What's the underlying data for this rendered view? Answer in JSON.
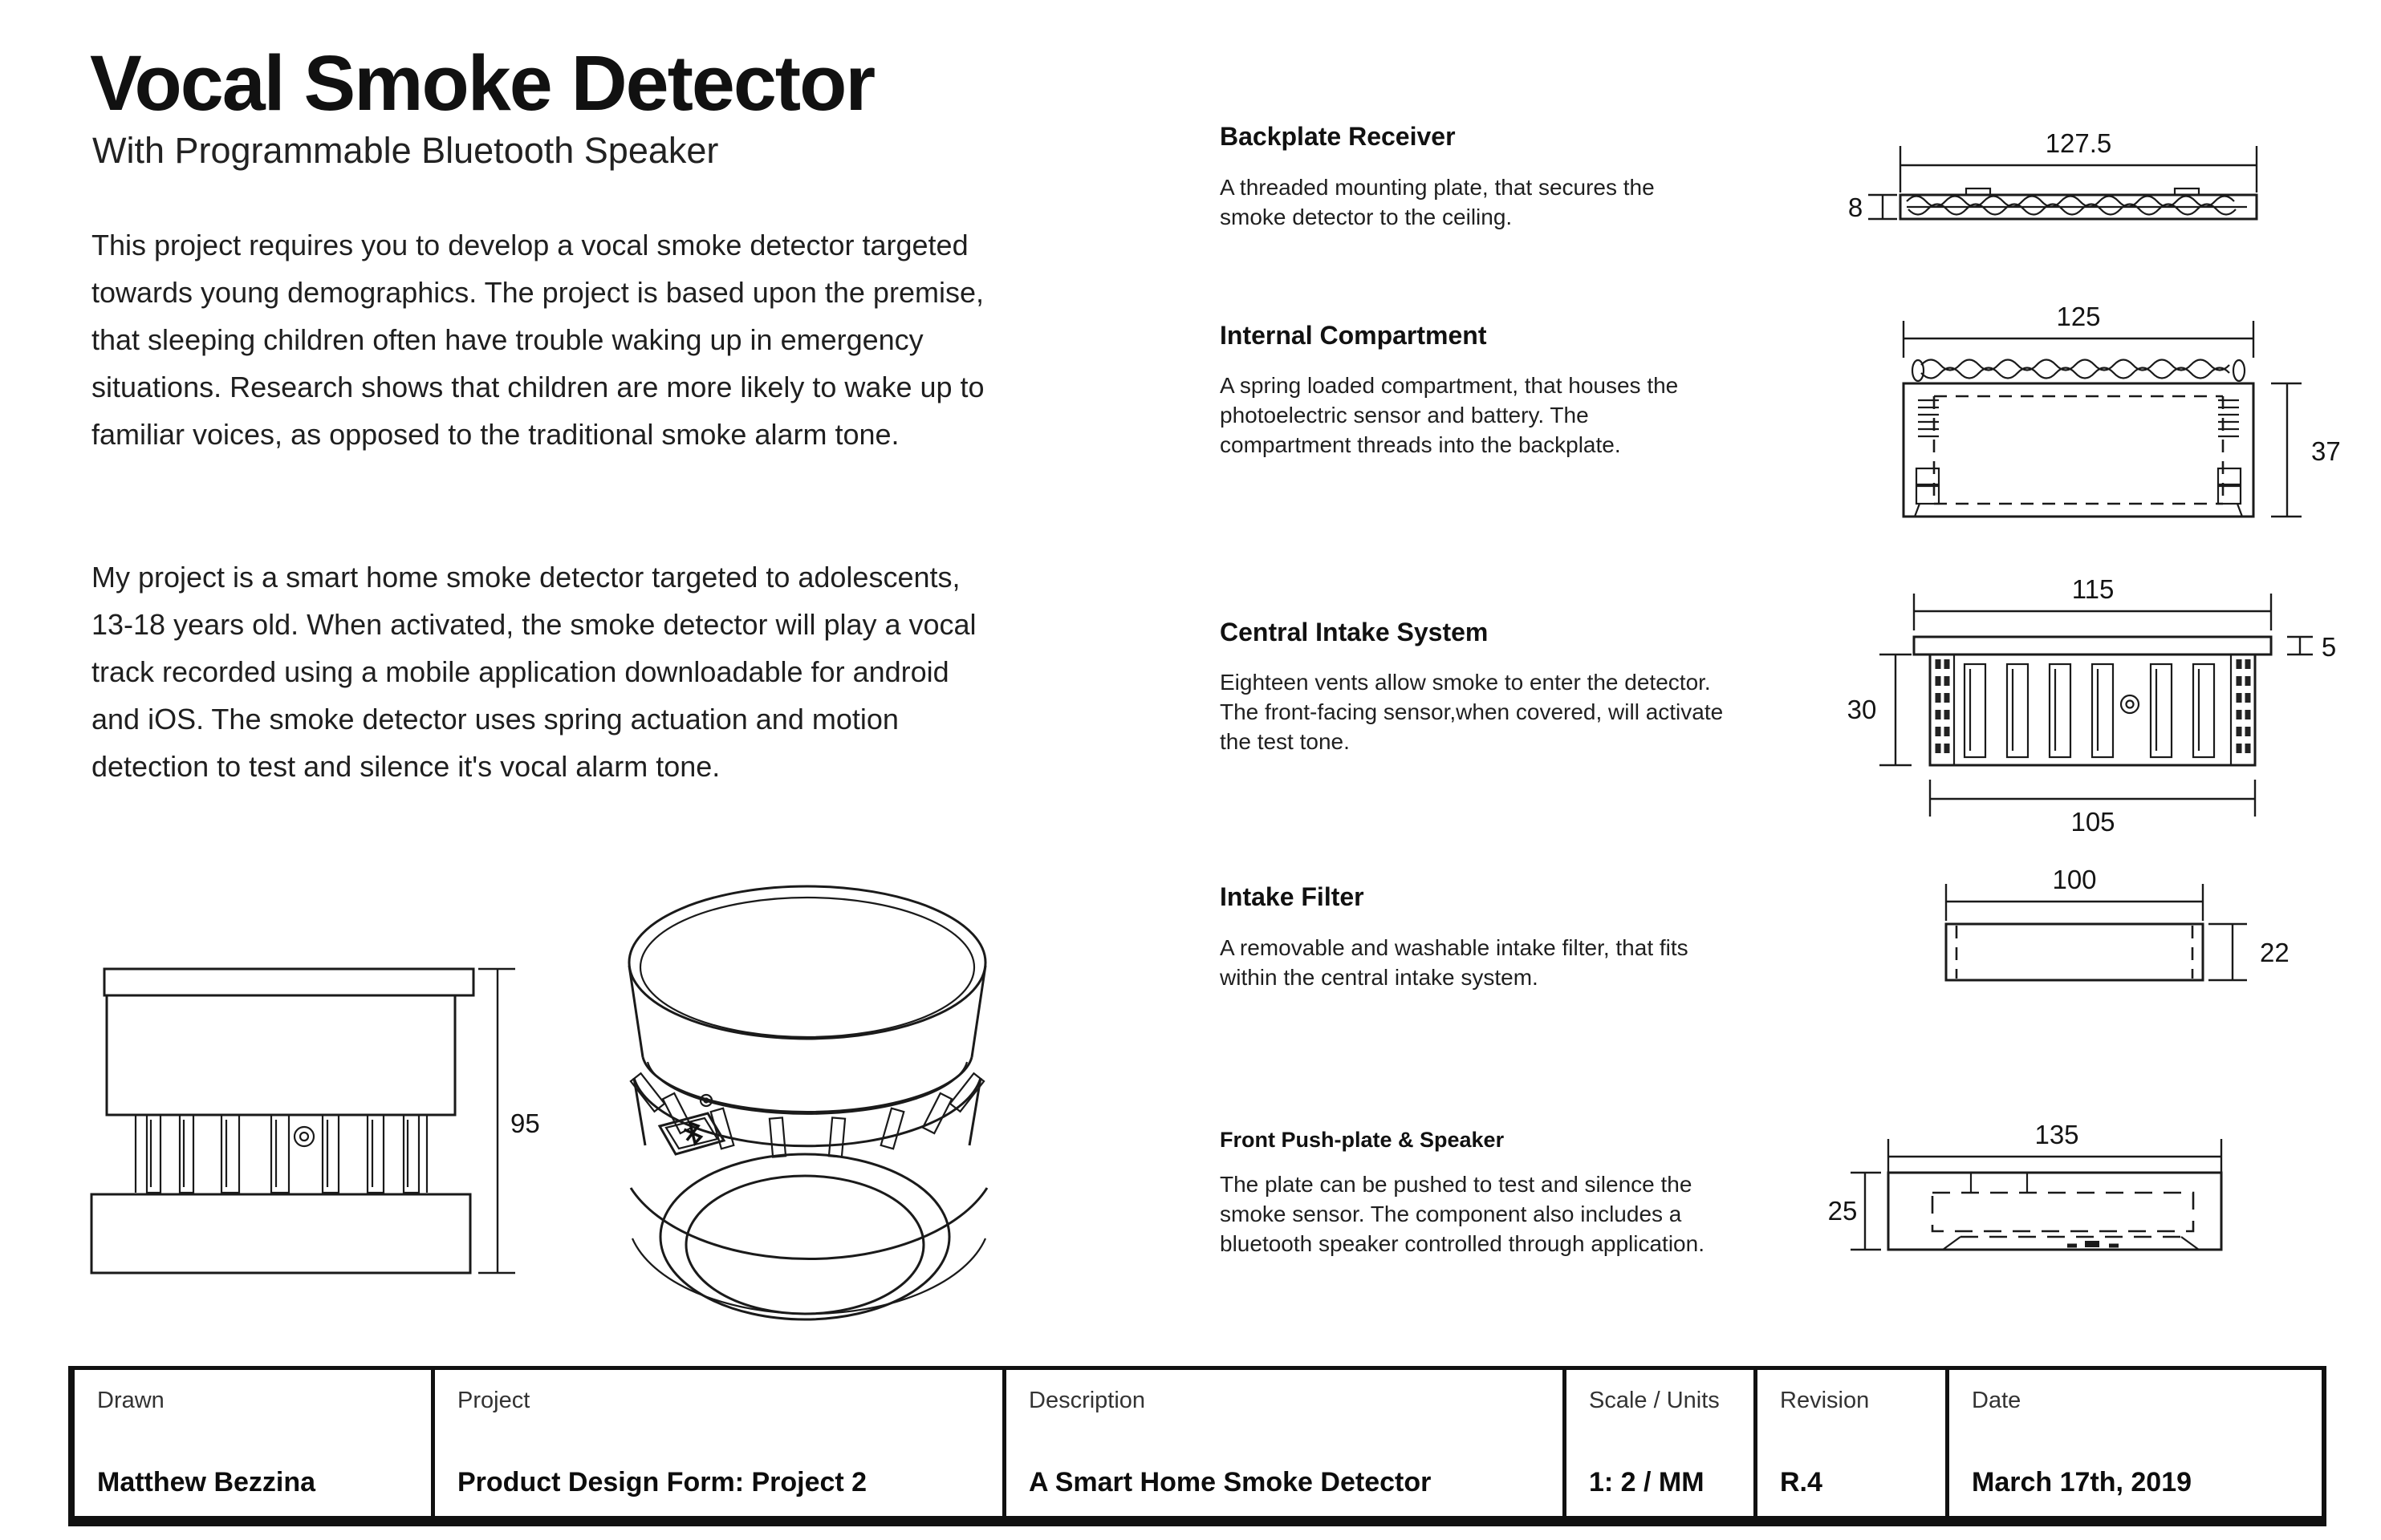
{
  "header": {
    "title": "Vocal Smoke Detector",
    "subtitle": "With Programmable Bluetooth Speaker"
  },
  "intro": {
    "paragraph1": "This project requires you to develop a vocal smoke detector targeted towards young demographics. The project is based upon the premise, that sleeping children often have trouble waking up in emergency situations. Research shows that children are more likely to wake up to familiar voices, as opposed to the traditional smoke alarm tone.",
    "paragraph2": "My project is a smart home smoke detector targeted to adolescents, 13-18 years old. When activated, the smoke detector will play a vocal track recorded using a mobile application downloadable for android and iOS. The smoke detector uses spring actuation and motion detection to test and silence it's vocal alarm tone."
  },
  "views": {
    "side_height_dim": "95"
  },
  "components": [
    {
      "name": "Backplate Receiver",
      "description": "A threaded mounting plate, that secures the smoke detector to the ceiling.",
      "dims": {
        "width": "127.5",
        "height": "8"
      }
    },
    {
      "name": "Internal Compartment",
      "description": "A spring loaded compartment, that houses the photoelectric sensor and battery. The compartment threads into the backplate.",
      "dims": {
        "width": "125",
        "height": "37"
      }
    },
    {
      "name": "Central Intake System",
      "description": "Eighteen vents allow smoke to enter the detector. The front-facing sensor,when covered, will activate the test tone.",
      "dims": {
        "top_width": "115",
        "lip_height": "5",
        "body_height": "30",
        "body_width": "105"
      }
    },
    {
      "name": "Intake Filter",
      "description": "A removable and washable intake filter, that fits within the central intake system.",
      "dims": {
        "width": "100",
        "height": "22"
      }
    },
    {
      "name": "Front Push-plate & Speaker",
      "description": "The plate can be pushed to test and silence the smoke sensor. The component also includes a bluetooth speaker controlled through application.",
      "dims": {
        "width": "135",
        "height": "25"
      }
    }
  ],
  "title_block": {
    "cells": [
      {
        "label": "Drawn",
        "value": "Matthew Bezzina"
      },
      {
        "label": "Project",
        "value": "Product Design Form: Project 2"
      },
      {
        "label": "Description",
        "value": "A Smart Home Smoke Detector"
      },
      {
        "label": "Scale / Units",
        "value": "1: 2 / MM"
      },
      {
        "label": "Revision",
        "value": "R.4"
      },
      {
        "label": "Date",
        "value": "March 17th, 2019"
      }
    ]
  },
  "colors": {
    "ink": "#1a1a1a",
    "background": "#ffffff"
  }
}
